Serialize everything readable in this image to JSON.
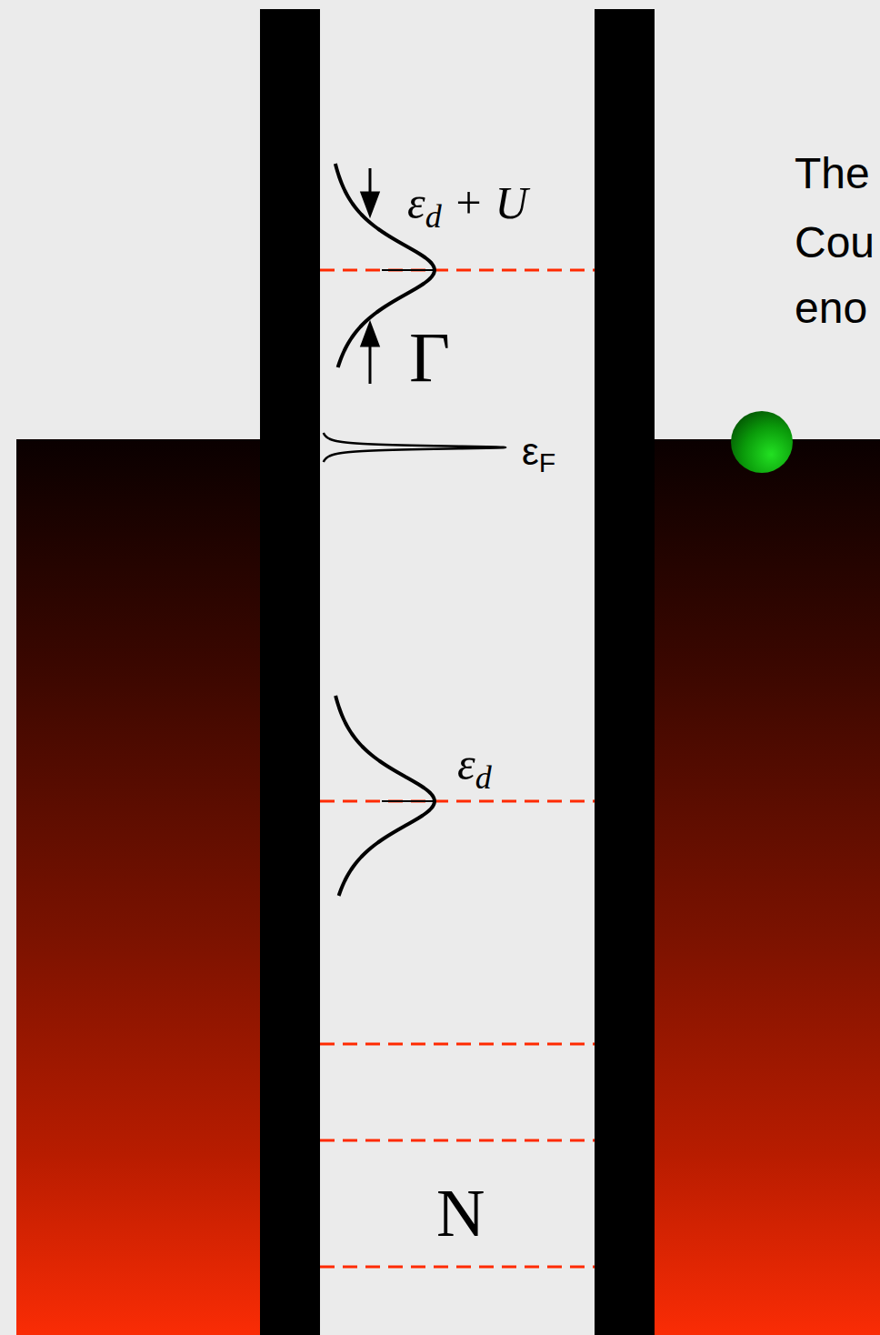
{
  "diagram": {
    "labels": [
      "εd + U",
      "Γ",
      "εF",
      "εd",
      "N",
      "The",
      "Cou",
      "eno"
    ]
  }
}
